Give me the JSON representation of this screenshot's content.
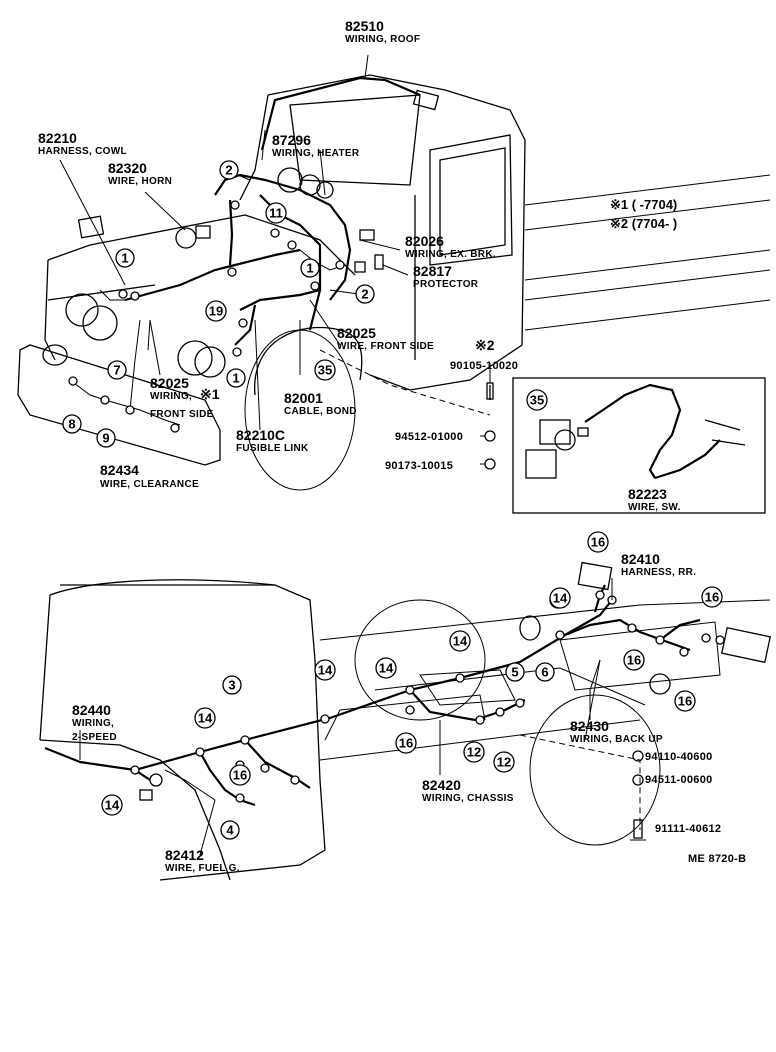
{
  "parts": {
    "p82510": {
      "number": "82510",
      "desc": "WIRING, ROOF"
    },
    "p82210": {
      "number": "82210",
      "desc": "HARNESS, COWL"
    },
    "p82320": {
      "number": "82320",
      "desc": "WIRE, HORN"
    },
    "p87296": {
      "number": "87296",
      "desc": "WIRING, HEATER"
    },
    "p82026": {
      "number": "82026",
      "desc": "WIRING, EX. BRK."
    },
    "p82817": {
      "number": "82817",
      "desc": "PROTECTOR"
    },
    "p82025a": {
      "number": "82025",
      "desc": "WIRE, FRONT SIDE",
      "note": "※2"
    },
    "p82025b": {
      "number": "82025",
      "desc": "WIRING,",
      "note": "※1",
      "desc2": "FRONT SIDE"
    },
    "p82001": {
      "number": "82001",
      "desc": "CABLE, BOND"
    },
    "p82210c": {
      "number": "82210C",
      "desc": "FUSIBLE LINK"
    },
    "p82434": {
      "number": "82434",
      "desc": "WIRE, CLEARANCE"
    },
    "p82223": {
      "number": "82223",
      "desc": "WIRE, SW."
    },
    "p82410": {
      "number": "82410",
      "desc": "HARNESS, RR."
    },
    "p82430": {
      "number": "82430",
      "desc": "WIRING, BACK UP"
    },
    "p82420": {
      "number": "82420",
      "desc": "WIRING, CHASSIS"
    },
    "p82440": {
      "number": "82440",
      "desc": "WIRING,",
      "desc2": "2-SPEED"
    },
    "p82412": {
      "number": "82412",
      "desc": "WIRE, FUEL G."
    }
  },
  "fasteners": {
    "f1": "90105-10020",
    "f2": "94512-01000",
    "f3": "90173-10015",
    "f4": "94110-40600",
    "f5": "94511-00600",
    "f6": "91111-40612"
  },
  "legend": {
    "note1": "※1 (        -7704)",
    "note2": "※2 (7704-          )"
  },
  "figure_code": "ME  8720-B",
  "callouts": {
    "c1": "1",
    "c2": "2",
    "c3": "3",
    "c4": "4",
    "c5": "5",
    "c6": "6",
    "c7": "7",
    "c8": "8",
    "c9": "9",
    "c11": "11",
    "c12": "12",
    "c14": "14",
    "c16": "16",
    "c19": "19",
    "c35": "35"
  }
}
